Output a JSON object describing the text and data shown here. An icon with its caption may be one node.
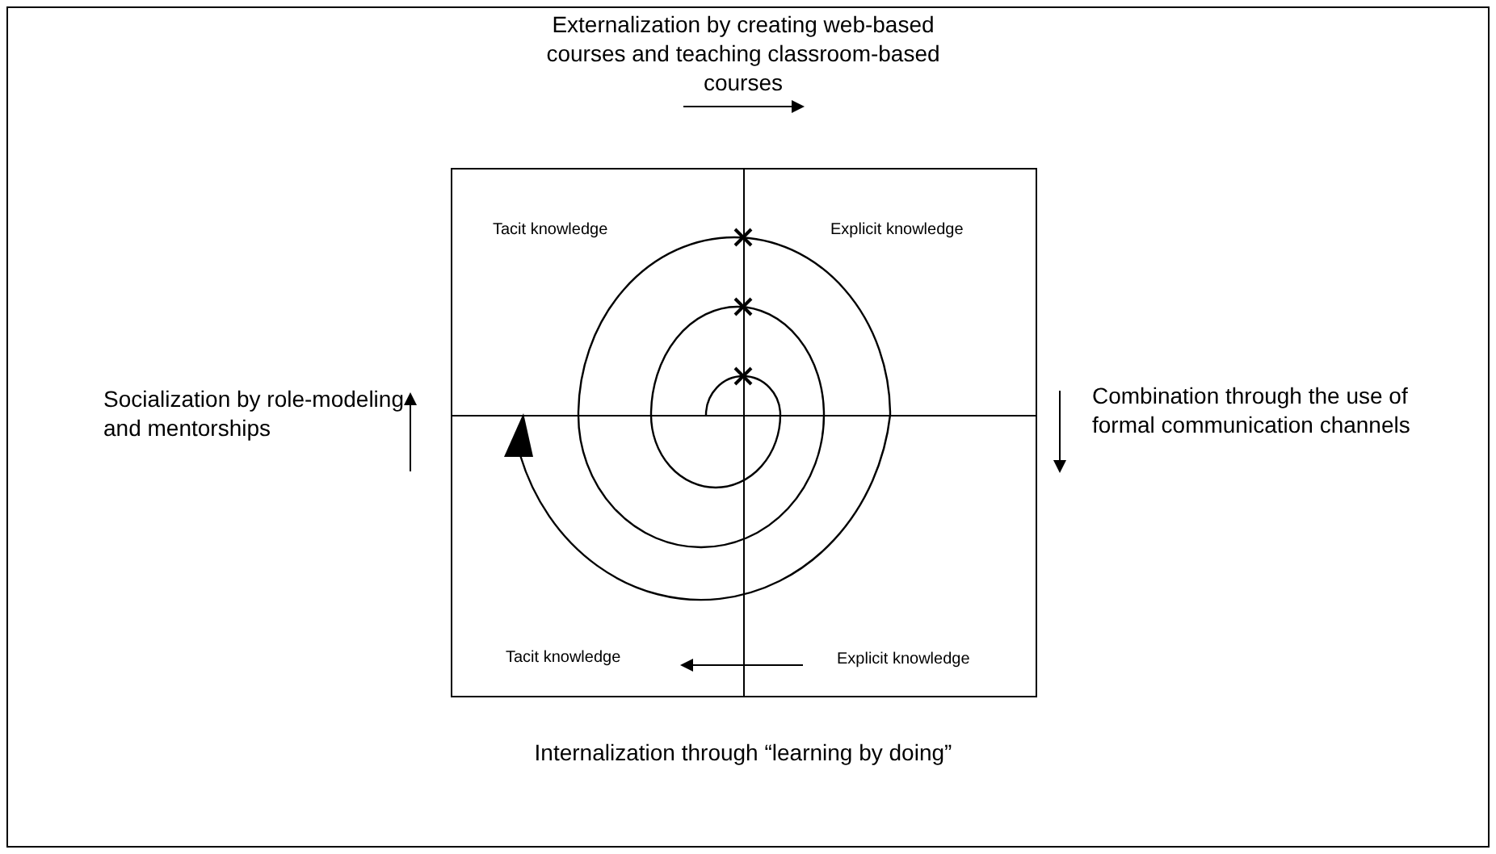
{
  "diagram": {
    "labels": [
      "Externalization by creating web-based courses and teaching classroom-based courses",
      "Tacit knowledge",
      "Explicit knowledge",
      "Socialization by role-modeling and mentorships",
      "Combination through the use of formal communication channels",
      "Tacit knowledge",
      "Explicit knowledge",
      "Internalization through “learning by doing”"
    ]
  }
}
